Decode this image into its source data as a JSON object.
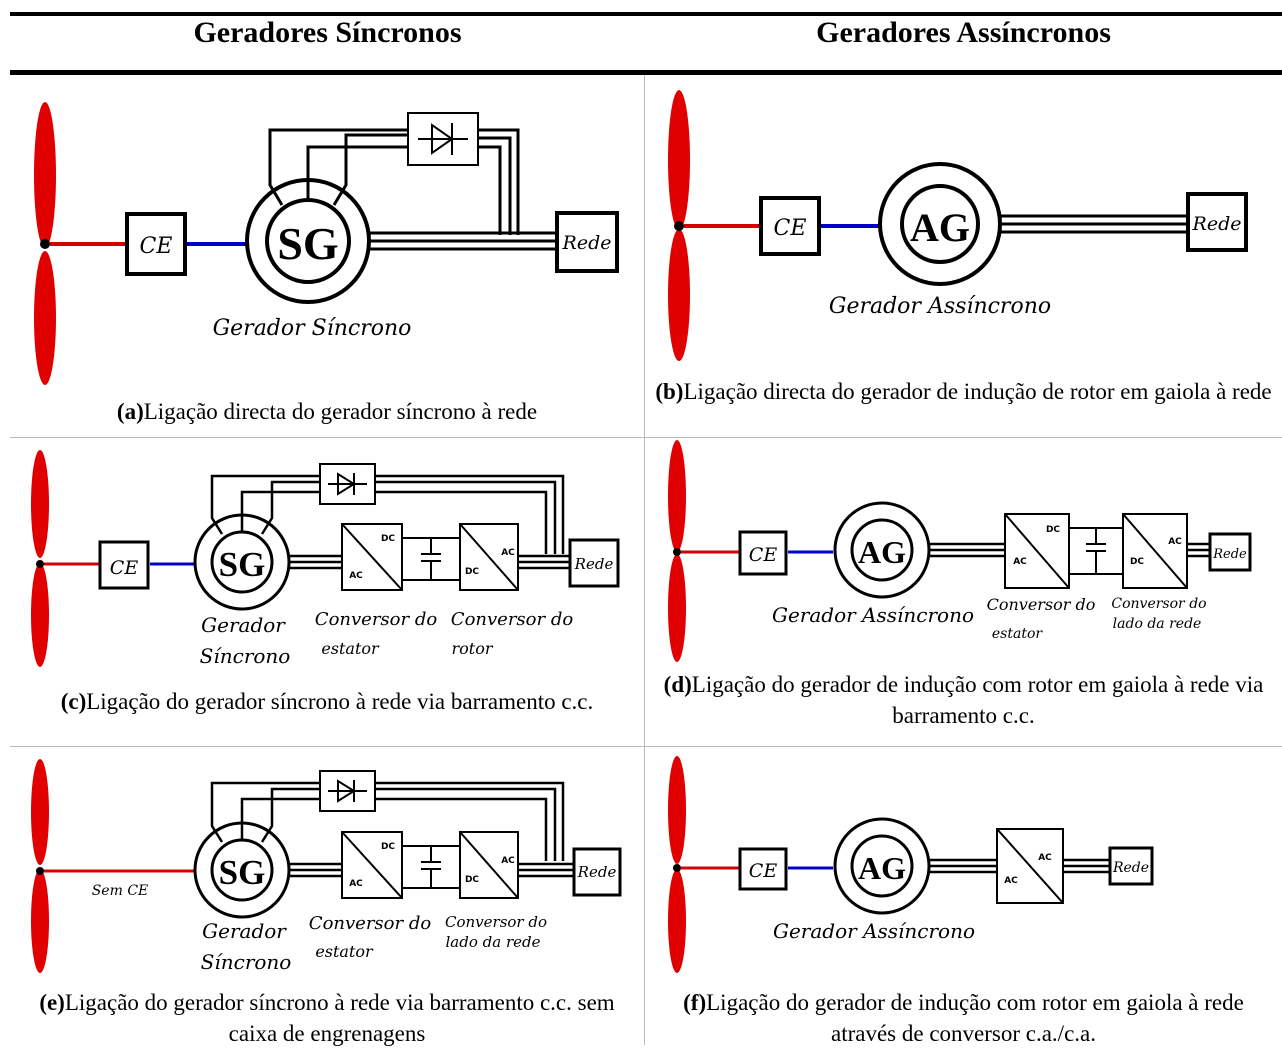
{
  "header": {
    "left": "Geradores Síncronos",
    "right": "Geradores Assíncronos"
  },
  "panels": {
    "a": {
      "letter": "(a)",
      "caption": "Ligação directa do gerador síncrono à rede",
      "ce": "CE",
      "gen": "SG",
      "grid": "Rede",
      "gen_label": "Gerador Síncrono"
    },
    "b": {
      "letter": "(b)",
      "caption": "Ligação directa do gerador de indução de rotor em gaiola à rede",
      "ce": "CE",
      "gen": "AG",
      "grid": "Rede",
      "gen_label": "Gerador Assíncrono"
    },
    "c": {
      "letter": "(c)",
      "caption": "Ligação do gerador síncrono à rede via barramento c.c.",
      "ce": "CE",
      "gen": "SG",
      "grid": "Rede",
      "gen_label_1": "Gerador",
      "gen_label_2": "Síncrono",
      "conv1_1": "Conversor do",
      "conv1_2": "estator",
      "conv2_1": "Conversor do",
      "conv2_2": "rotor",
      "ac": "AC",
      "dc": "DC"
    },
    "d": {
      "letter": "(d)",
      "caption": "Ligação do gerador de indução com rotor em gaiola à rede via barramento c.c.",
      "ce": "CE",
      "gen": "AG",
      "grid": "Rede",
      "gen_label": "Gerador Assíncrono",
      "conv1_1": "Conversor do",
      "conv1_2": "estator",
      "conv2_1": "Conversor do",
      "conv2_2": "lado da rede",
      "ac": "AC",
      "dc": "DC"
    },
    "e": {
      "letter": "(e)",
      "caption": "Ligação do gerador síncrono à rede via barramento c.c. sem caixa de engrenagens",
      "sem_ce": "Sem CE",
      "gen": "SG",
      "grid": "Rede",
      "gen_label_1": "Gerador",
      "gen_label_2": "Síncrono",
      "conv1_1": "Conversor do",
      "conv1_2": "estator",
      "conv2_1": "Conversor do",
      "conv2_2": "lado da rede",
      "ac": "AC",
      "dc": "DC"
    },
    "f": {
      "letter": "(f)",
      "caption": "Ligação do gerador de indução com rotor em gaiola à rede através de conversor c.a./c.a.",
      "ce": "CE",
      "gen": "AG",
      "grid": "Rede",
      "gen_label": "Gerador Assíncrono",
      "ac": "AC"
    }
  },
  "colors": {
    "blade": "#e00000",
    "shaft_red": "#d40000",
    "shaft_blue": "#0000cc"
  }
}
